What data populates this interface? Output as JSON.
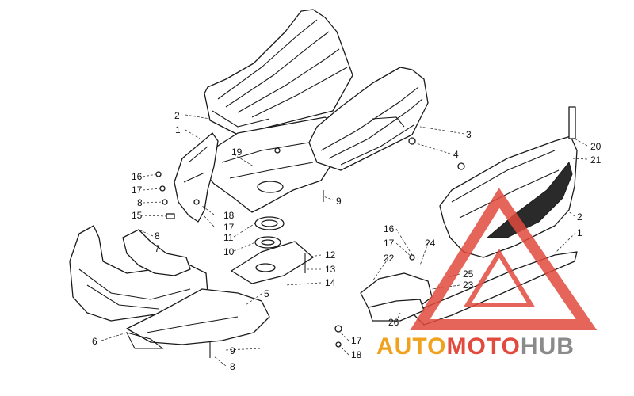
{
  "callouts": [
    {
      "id": "c-2-top",
      "label": "2"
    },
    {
      "id": "c-1-left",
      "label": "1"
    },
    {
      "id": "c-19",
      "label": "19"
    },
    {
      "id": "c-16-left",
      "label": "16"
    },
    {
      "id": "c-17-left",
      "label": "17"
    },
    {
      "id": "c-8-left",
      "label": "8"
    },
    {
      "id": "c-15",
      "label": "15"
    },
    {
      "id": "c-18-mid",
      "label": "18"
    },
    {
      "id": "c-17-mid",
      "label": "17"
    },
    {
      "id": "c-8-mid",
      "label": "8"
    },
    {
      "id": "c-11",
      "label": "11"
    },
    {
      "id": "c-7",
      "label": "7"
    },
    {
      "id": "c-10",
      "label": "10"
    },
    {
      "id": "c-9-top",
      "label": "9"
    },
    {
      "id": "c-12",
      "label": "12"
    },
    {
      "id": "c-13",
      "label": "13"
    },
    {
      "id": "c-14",
      "label": "14"
    },
    {
      "id": "c-5",
      "label": "5"
    },
    {
      "id": "c-6",
      "label": "6"
    },
    {
      "id": "c-9-bottom",
      "label": "9"
    },
    {
      "id": "c-8-bottom",
      "label": "8"
    },
    {
      "id": "c-3",
      "label": "3"
    },
    {
      "id": "c-4",
      "label": "4"
    },
    {
      "id": "c-20",
      "label": "20"
    },
    {
      "id": "c-21",
      "label": "21"
    },
    {
      "id": "c-2-right",
      "label": "2"
    },
    {
      "id": "c-1-right",
      "label": "1"
    },
    {
      "id": "c-16-right",
      "label": "16"
    },
    {
      "id": "c-17-right",
      "label": "17"
    },
    {
      "id": "c-24",
      "label": "24"
    },
    {
      "id": "c-22",
      "label": "22"
    },
    {
      "id": "c-25",
      "label": "25"
    },
    {
      "id": "c-23",
      "label": "23"
    },
    {
      "id": "c-26",
      "label": "26"
    },
    {
      "id": "c-17-bottom",
      "label": "17"
    },
    {
      "id": "c-18-bottom",
      "label": "18"
    }
  ],
  "watermark": {
    "part1": "AUTO",
    "part2": "MOTO",
    "part3": "HUB",
    "color_orange": "#f0a21e",
    "color_red": "#e24a3d",
    "color_gray": "#8a8a8a"
  }
}
